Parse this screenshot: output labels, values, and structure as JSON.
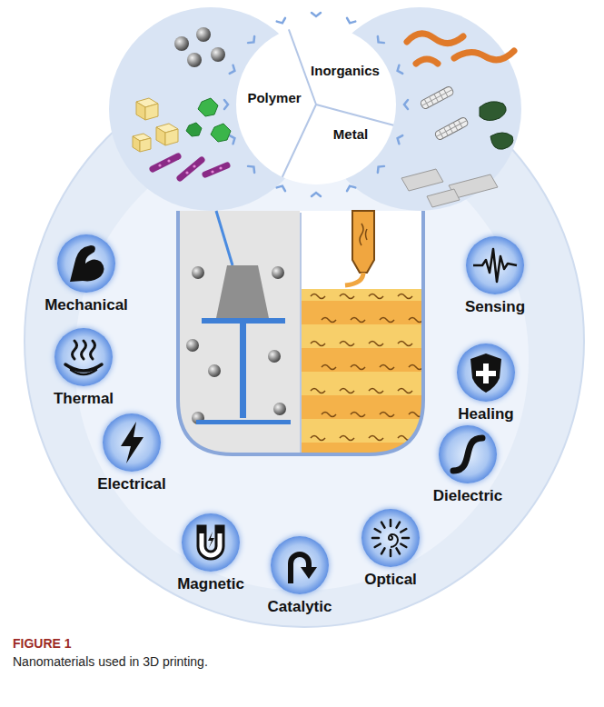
{
  "diagram": {
    "caption": "Nanomaterials used in 3D printing.",
    "nodes": [
      {
        "text": [
          "Inorganics",
          "Polymer",
          "Metal"
        ]
      },
      {
        "text": [
          "Mechanical"
        ]
      },
      {
        "text": [
          "Thermal"
        ]
      },
      {
        "text": [
          "Electrical"
        ]
      },
      {
        "text": [
          "Magnetic"
        ]
      },
      {
        "text": [
          "Catalytic"
        ]
      },
      {
        "text": [
          "Optical"
        ]
      },
      {
        "text": [
          "Dielectric"
        ]
      },
      {
        "text": [
          "Healing"
        ]
      },
      {
        "text": [
          "Sensing"
        ]
      }
    ],
    "labels": [
      "FIGURE 1"
    ]
  }
}
